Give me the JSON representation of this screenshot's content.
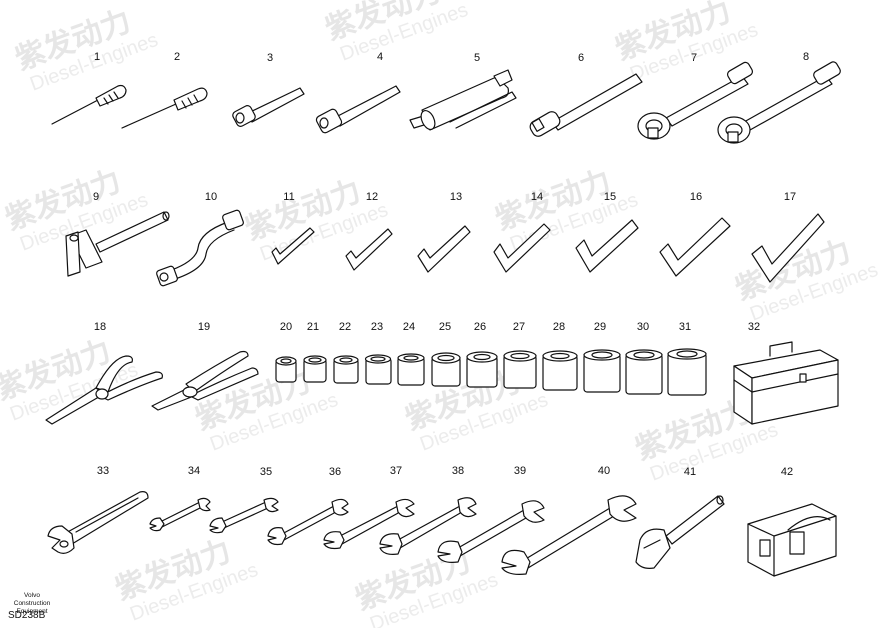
{
  "watermark": {
    "brand": "紫发动力",
    "sub": "Diesel-Engines"
  },
  "credit": {
    "line1": "Volvo Construction",
    "line2": "Equipment"
  },
  "drawing_code": "SD238B",
  "item_numbers": [
    "1",
    "2",
    "3",
    "4",
    "5",
    "6",
    "7",
    "8",
    "9",
    "10",
    "11",
    "12",
    "13",
    "14",
    "15",
    "16",
    "17",
    "18",
    "19",
    "20",
    "21",
    "22",
    "23",
    "24",
    "25",
    "26",
    "27",
    "28",
    "29",
    "30",
    "31",
    "32",
    "33",
    "34",
    "35",
    "36",
    "37",
    "38",
    "39",
    "40",
    "41",
    "42"
  ]
}
